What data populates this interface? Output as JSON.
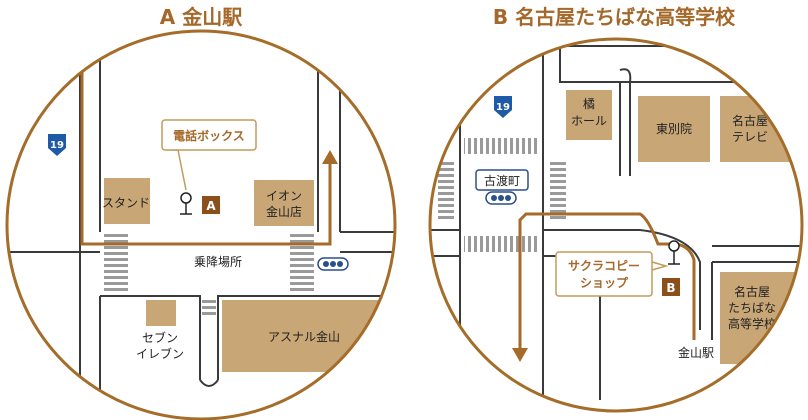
{
  "map_a": {
    "title": "A  金山駅",
    "route_badge": "19",
    "callout": "電話ボックス",
    "marker": "A",
    "labels": {
      "stand": "スタンド",
      "aeon_line1": "イオン",
      "aeon_line2": "金山店",
      "stop": "乗降場所",
      "seven_line1": "セブン",
      "seven_line2": "イレブン",
      "asunal": "アスナル金山"
    }
  },
  "map_b": {
    "title": "B  名古屋たちばな高等学校",
    "route_badge": "19",
    "callout_line1": "サクラコピー",
    "callout_line2": "ショップ",
    "marker": "B",
    "labels": {
      "tachibana_hall_line1": "橘",
      "tachibana_hall_line2": "ホール",
      "tobetsuin": "東別院",
      "nagoya_tv_line1": "名古屋",
      "nagoya_tv_line2": "テレビ",
      "kowatari": "古渡町",
      "school_line1": "名古屋",
      "school_line2": "たちばな",
      "school_line3": "高等学校",
      "kanayama_station": "金山駅"
    }
  },
  "colors": {
    "circle": "#a46d2a",
    "title": "#a4692a",
    "route": "#a66b2b",
    "building": "#c8a676",
    "road": "#3a3a3a",
    "badge": "#1f5aa6",
    "callout_border": "#c49a5a"
  }
}
